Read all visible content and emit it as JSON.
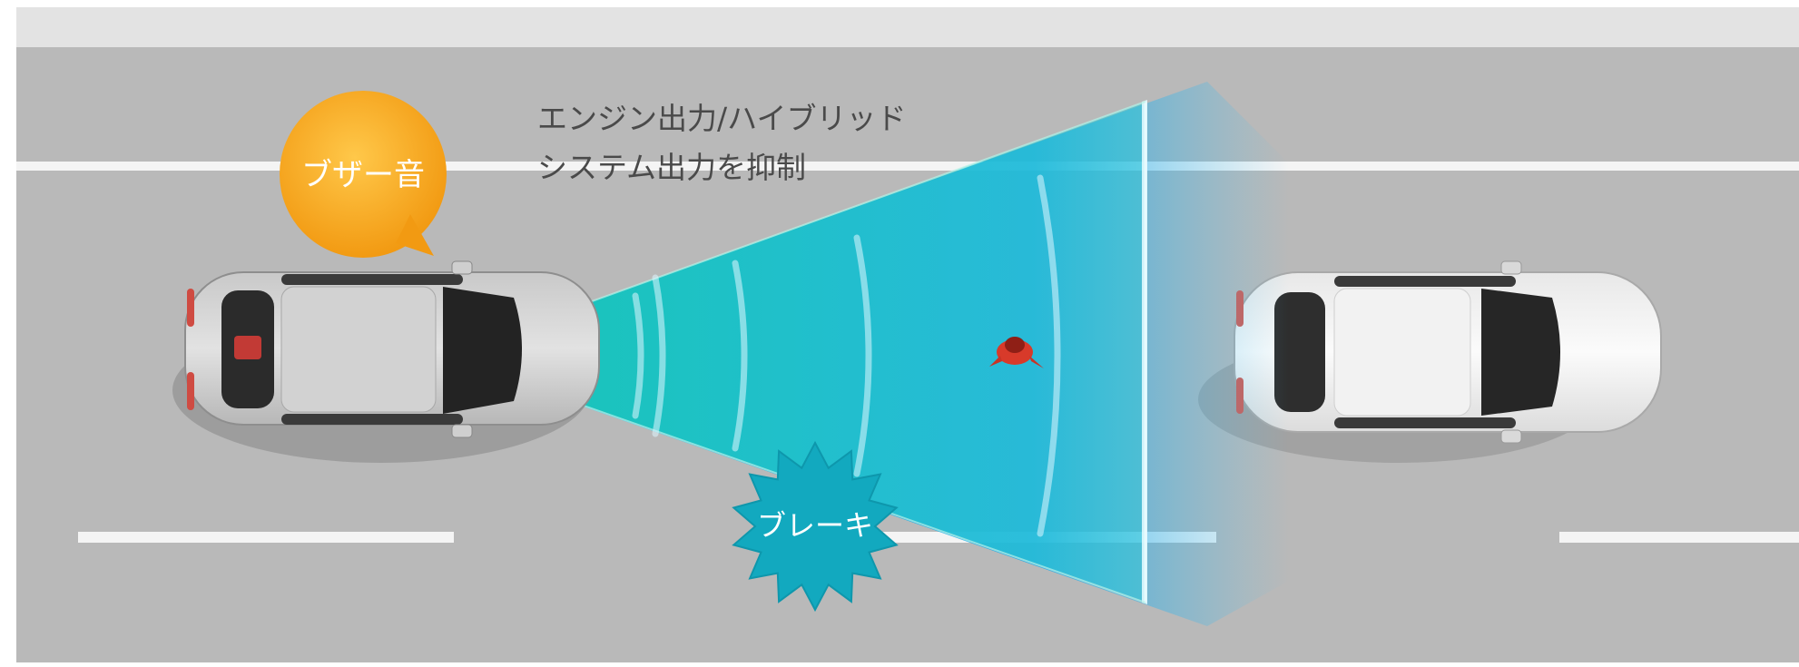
{
  "labels": {
    "buzzer": "ブザー音",
    "engine_line1": "エンジン出力/ハイブリッド",
    "engine_line2": "システム出力を抑制",
    "brake": "ブレーキ"
  },
  "colors": {
    "road": "#b9b9b9",
    "shoulder": "#e3e3e3",
    "lane_marking": "#f4f4f4",
    "buzzer_bubble": "#f7a91c",
    "brake_burst": "#12a9bf",
    "sensor_cone": "#18c3cc",
    "sensor_beam": "#14b3e0",
    "text_dark": "#4a4a4a",
    "text_light": "#ffffff"
  },
  "icons": [
    "speech-bubble-icon",
    "burst-icon",
    "car-icon",
    "pedestrian-icon"
  ]
}
